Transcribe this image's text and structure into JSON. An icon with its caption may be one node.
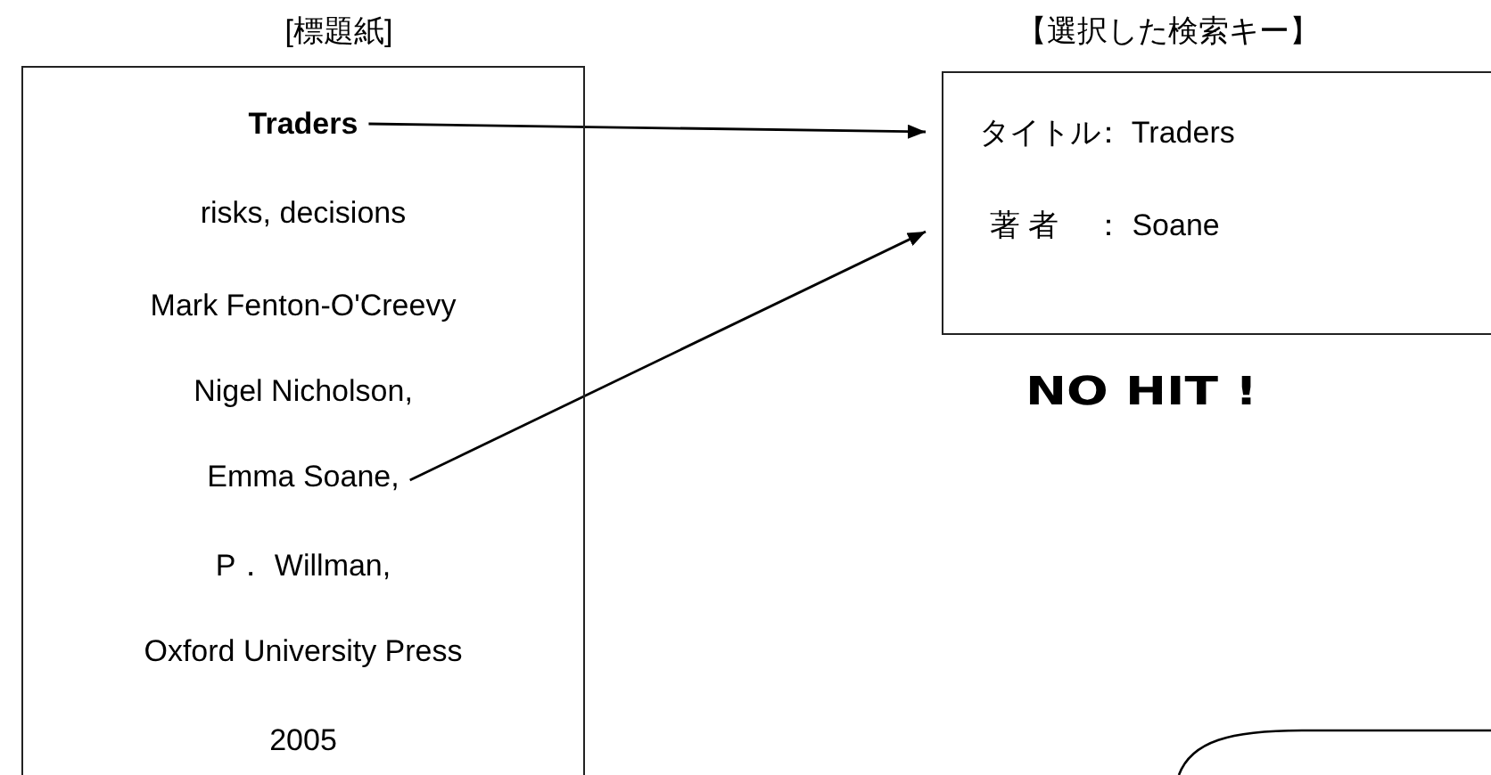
{
  "diagram": {
    "nodes": [
      {
        "text": [
          "[標題紙]"
        ]
      },
      {
        "text": [
          "Traders"
        ],
        "in": 0
      },
      {
        "text": [
          "risks, decisions"
        ],
        "in": 0
      },
      {
        "text": [
          "Mark Fenton-O'Creevy"
        ],
        "in": 0
      },
      {
        "text": [
          "Nigel Nicholson,"
        ],
        "in": 0
      },
      {
        "text": [
          "Emma Soane,"
        ],
        "in": 0
      },
      {
        "text": [
          "P． Willman,"
        ],
        "in": 0
      },
      {
        "text": [
          "Oxford University Press"
        ],
        "in": 0
      },
      {
        "text": [
          "2005"
        ],
        "in": 0
      },
      {
        "text": [
          "【選択した検索キー】"
        ]
      },
      {
        "text": [
          "タイトル",
          "： Traders"
        ],
        "in": 9
      },
      {
        "text": [
          "著 者",
          "： Soane"
        ],
        "in": 9
      },
      {
        "text": [],
        "shape": "box"
      }
    ],
    "edges": [
      {
        "from": 1,
        "to": 10,
        "arrow": "to"
      },
      {
        "from": 5,
        "to": 11,
        "arrow": "to"
      }
    ],
    "labels": [
      "NO HIT !"
    ]
  }
}
